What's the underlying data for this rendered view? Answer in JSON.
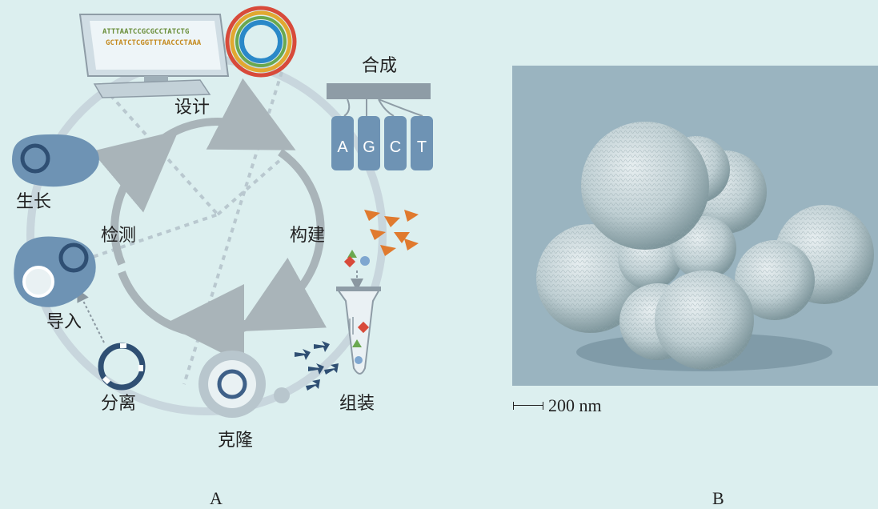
{
  "diagram": {
    "labels": {
      "design": "设计",
      "synthesis": "合成",
      "build": "构建",
      "assembly": "组装",
      "clone": "克隆",
      "isolate": "分离",
      "import": "导入",
      "test": "检测",
      "grow": "生长"
    },
    "seq1": "ATTTAATCCGCGCCTATCTG",
    "seq2": "GCTATCTCGGTTTAACCCTAAA",
    "bases": [
      "A",
      "G",
      "C",
      "T"
    ],
    "colors": {
      "ring": "#c8d6dd",
      "cycle": "#a9b4b9",
      "cell": "#6e93b4",
      "plasmid": "#2f4f73",
      "arrow_orange": "#e07a2e",
      "arrow_blue": "#2f4f73"
    }
  },
  "panels": {
    "a": "A",
    "b": "B"
  },
  "micrograph": {
    "scale_label": "200 nm"
  }
}
